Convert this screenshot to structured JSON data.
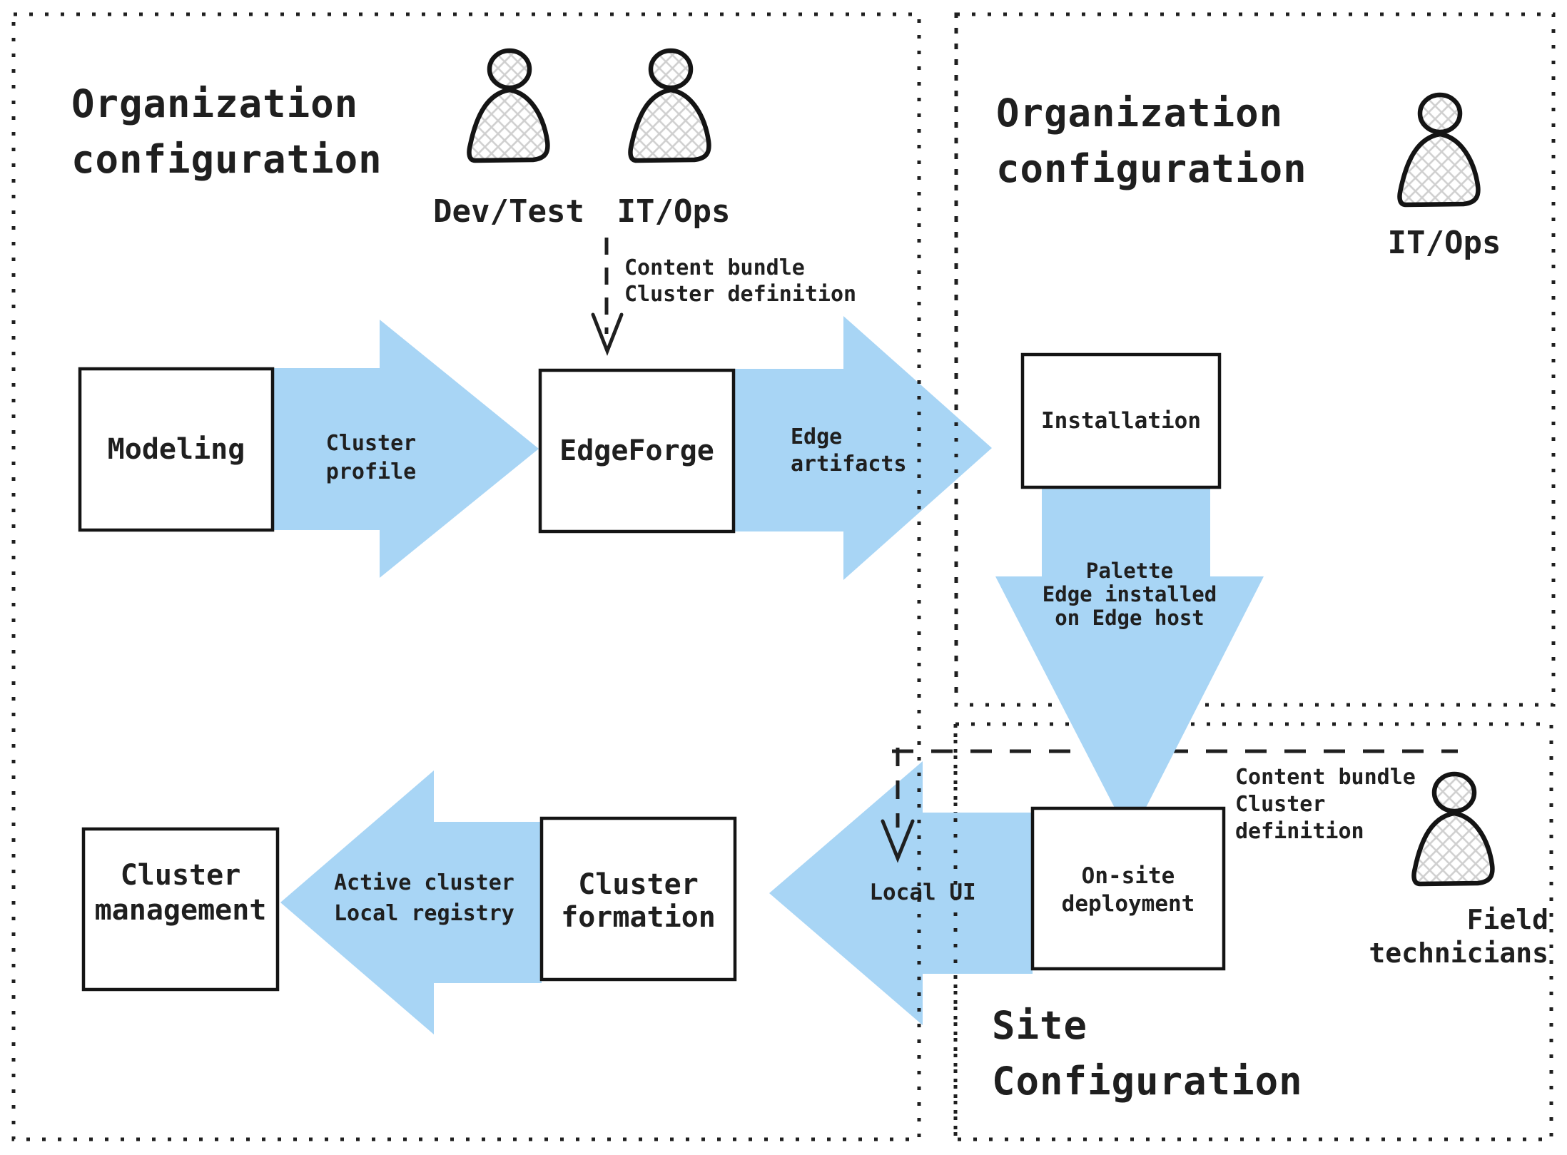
{
  "regions": {
    "org_left": {
      "title": "Organization\nconfiguration"
    },
    "org_right": {
      "title": "Organization\nconfiguration"
    },
    "site": {
      "title": "Site\nConfiguration"
    }
  },
  "actors": {
    "dev_test": {
      "label": "Dev/Test"
    },
    "it_ops_left": {
      "label": "IT/Ops"
    },
    "it_ops_right": {
      "label": "IT/Ops"
    },
    "field_technicians": {
      "label": "Field\ntechnicians"
    }
  },
  "nodes": {
    "modeling": {
      "label": "Modeling"
    },
    "edgeforge": {
      "label": "EdgeForge"
    },
    "installation": {
      "label": "Installation"
    },
    "cluster_management": {
      "label": "Cluster\nmanagement"
    },
    "cluster_formation": {
      "label": "Cluster\nformation"
    },
    "onsite_deployment": {
      "label": "On-site\ndeployment"
    }
  },
  "flows": {
    "cluster_profile": {
      "label": "Cluster\nprofile"
    },
    "edge_artifacts": {
      "label": "Edge\nartifacts"
    },
    "palette_edge": {
      "label": "Palette\nEdge installed\non Edge host"
    },
    "local_ui": {
      "label": "Local UI"
    },
    "active_cluster": {
      "label": "Active cluster\nLocal registry"
    },
    "content_bundle_top": {
      "label": "Content bundle\nCluster definition"
    },
    "content_bundle_site": {
      "label": "Content bundle\nCluster\ndefinition"
    }
  },
  "colors": {
    "arrow": "#a8d5f5",
    "ink": "#1f1f1f",
    "hatch": "#cfcfcf"
  }
}
